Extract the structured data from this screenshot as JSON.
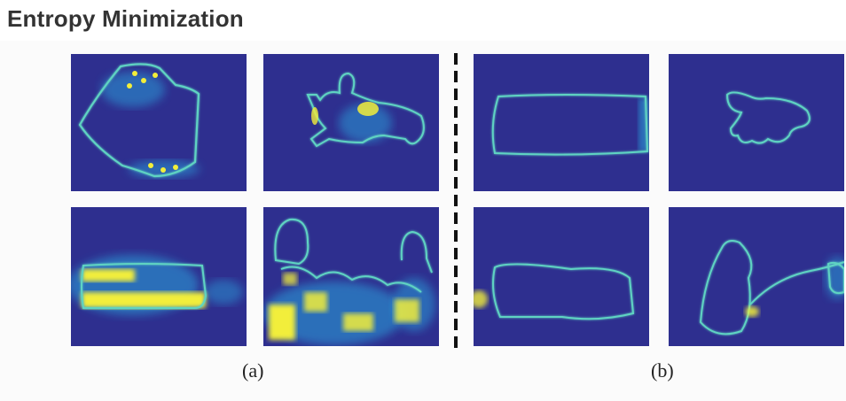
{
  "title": "Entropy Minimization",
  "labels": {
    "a": "(a)",
    "b": "(b)"
  },
  "colors": {
    "background": "#2e2f8f",
    "contour": "#5fd3c2",
    "high_entropy": "#f2ee3a",
    "mid_entropy": "#2b9ad6"
  },
  "panels": [
    {
      "group": "a",
      "name": "panel-a-top-left"
    },
    {
      "group": "a",
      "name": "panel-a-top-right"
    },
    {
      "group": "a",
      "name": "panel-a-bottom-left"
    },
    {
      "group": "a",
      "name": "panel-a-bottom-right"
    },
    {
      "group": "b",
      "name": "panel-b-top-left"
    },
    {
      "group": "b",
      "name": "panel-b-top-right"
    },
    {
      "group": "b",
      "name": "panel-b-bottom-left"
    },
    {
      "group": "b",
      "name": "panel-b-bottom-right"
    }
  ]
}
